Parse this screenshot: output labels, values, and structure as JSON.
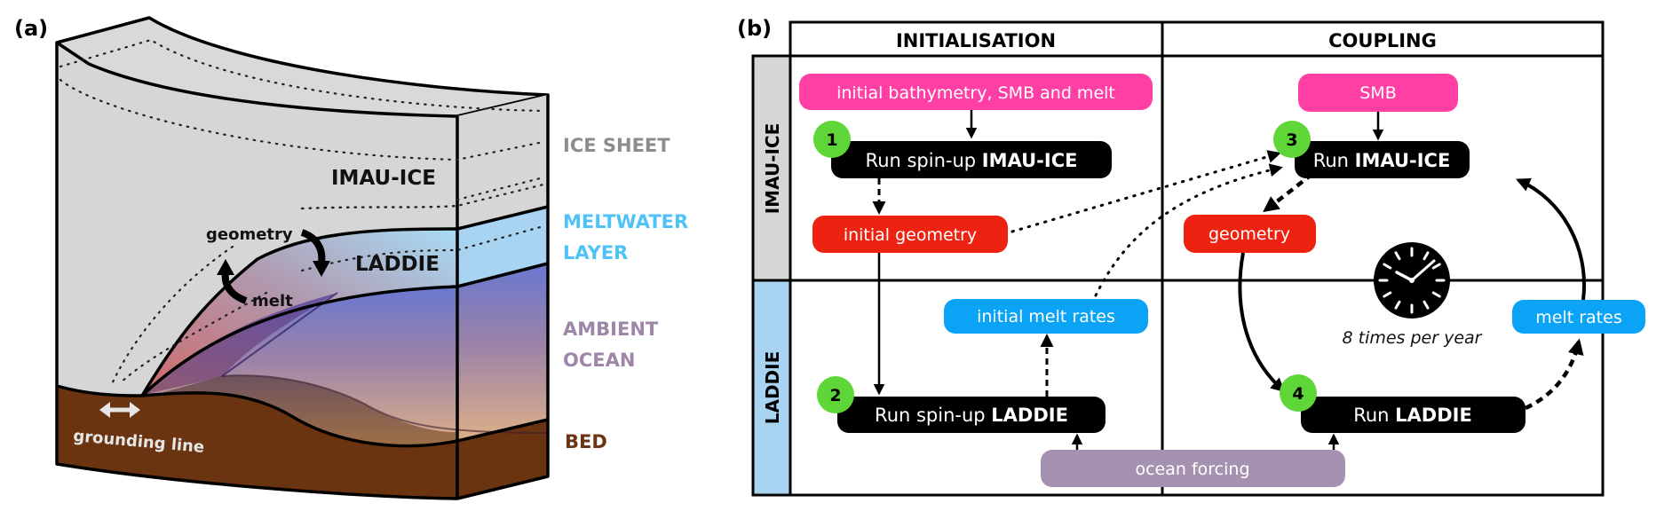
{
  "panel_a": {
    "label": "(a)",
    "model_labels": {
      "ice": "IMAU-ICE",
      "ocean": "LADDIE"
    },
    "arrow_labels": {
      "geometry": "geometry",
      "melt": "melt",
      "grounding_line": "grounding line"
    },
    "legend": [
      {
        "lines": [
          "ICE SHEET"
        ],
        "color": "#8c8c8c"
      },
      {
        "lines": [
          "MELTWATER",
          "LAYER"
        ],
        "color": "#4fc3f7"
      },
      {
        "lines": [
          "AMBIENT",
          "OCEAN"
        ],
        "color": "#9e86a8"
      },
      {
        "lines": [
          "BED"
        ],
        "color": "#6b3412"
      }
    ],
    "colors": {
      "ice": "#d6d6d6",
      "meltwater": "#a8d4f2",
      "ocean_top": "#6f7fd0",
      "ocean_bottom": "#d9aa85",
      "bed": "#6b3410",
      "plume_red": "#c96a6a"
    }
  },
  "panel_b": {
    "label": "(b)",
    "columns": [
      "INITIALISATION",
      "COUPLING"
    ],
    "rows": [
      {
        "label": "IMAU-ICE",
        "color": "#d6d6d6"
      },
      {
        "label": "LADDIE",
        "color": "#a8d4f2"
      }
    ],
    "boxes": {
      "init_input": {
        "text": "initial bathymetry, SMB and melt",
        "color": "#ff3fa4"
      },
      "step1": {
        "number": "1",
        "prefix": "Run spin-up ",
        "bold": "IMAU-ICE"
      },
      "init_geometry": {
        "text": "initial geometry",
        "color": "#ee2211"
      },
      "init_melt": {
        "text": "initial melt rates",
        "color": "#0aa3f5"
      },
      "step2": {
        "number": "2",
        "prefix": "Run spin-up ",
        "bold": "LADDIE"
      },
      "ocean_forcing": {
        "text": "ocean forcing",
        "color": "#a592b0"
      },
      "smb": {
        "text": "SMB",
        "color": "#ff3fa4"
      },
      "step3": {
        "number": "3",
        "prefix": "Run ",
        "bold": "IMAU-ICE"
      },
      "geometry": {
        "text": "geometry",
        "color": "#ee2211"
      },
      "melt_rates": {
        "text": "melt rates",
        "color": "#0aa3f5"
      },
      "step4": {
        "number": "4",
        "prefix": "Run ",
        "bold": "LADDIE"
      }
    },
    "clock_caption": "8 times per year",
    "step_badge_color": "#5fd638",
    "run_box_color": "#000000"
  }
}
